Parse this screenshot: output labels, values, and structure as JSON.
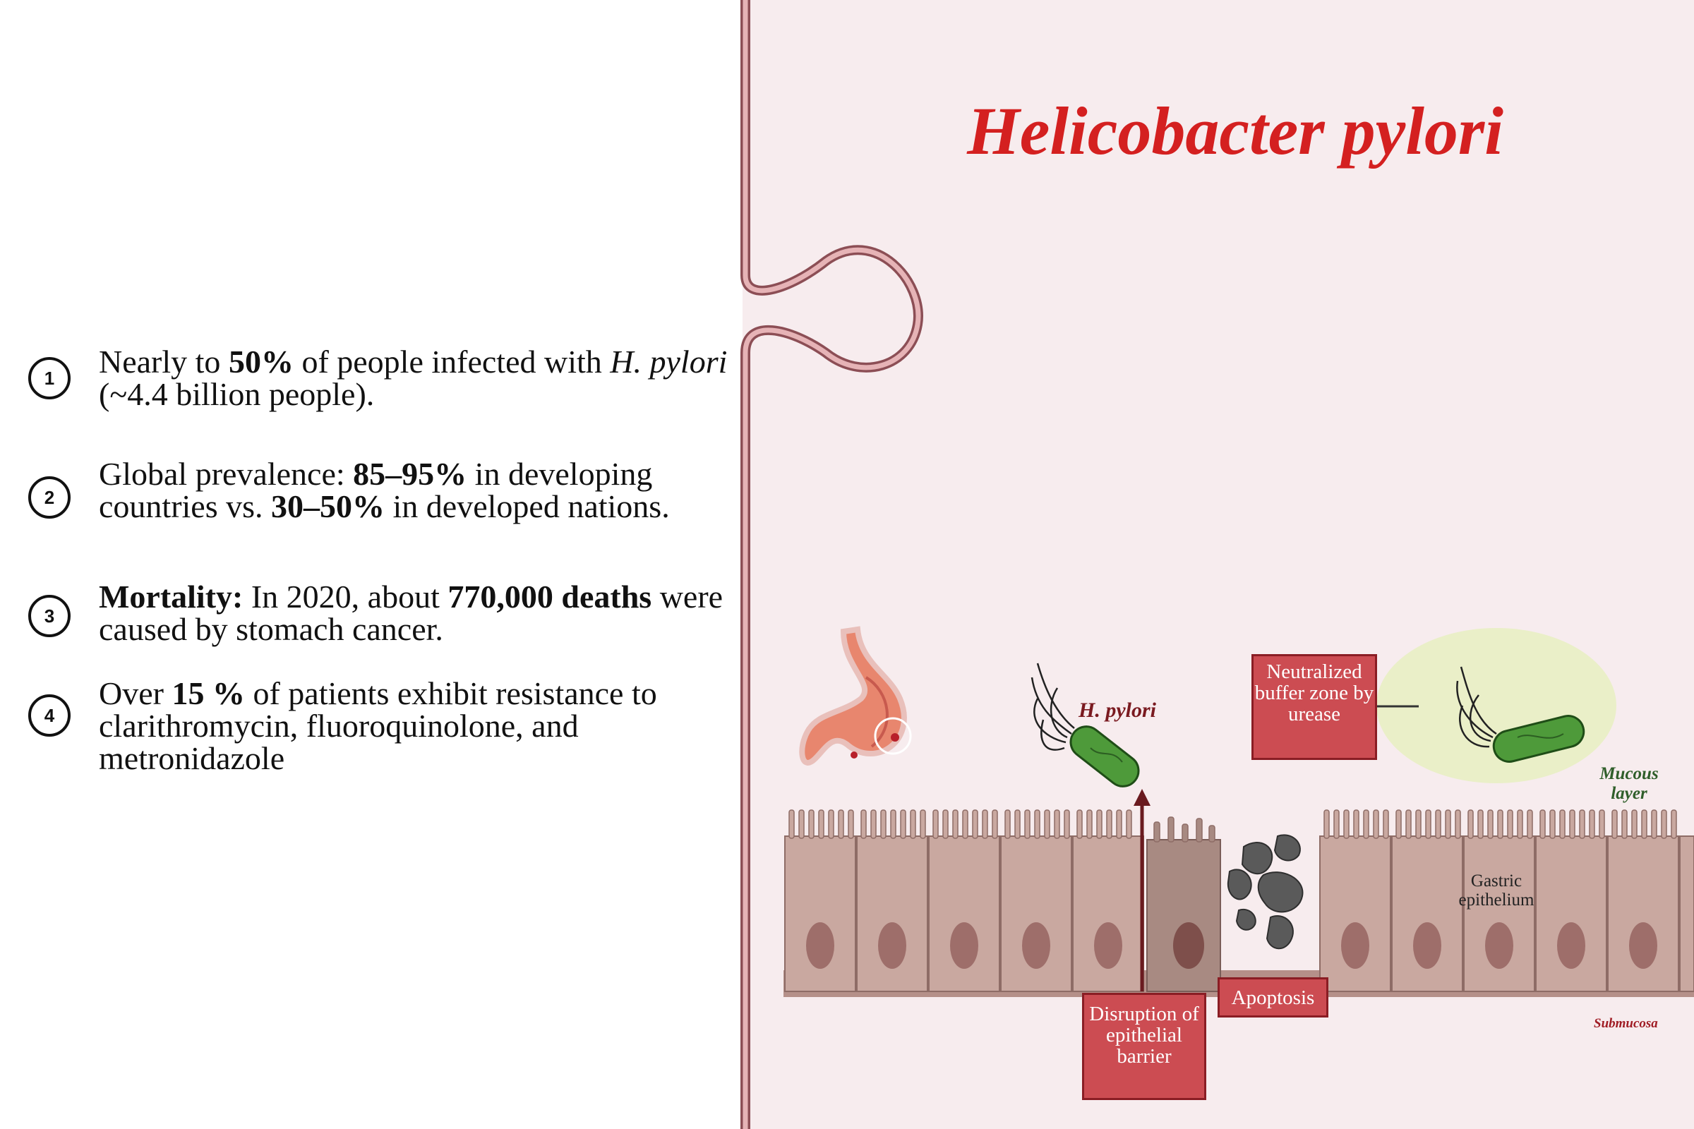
{
  "title": "Helicobacter pylori",
  "facts": [
    {
      "number": "1",
      "parts": [
        {
          "text": "Nearly to ",
          "style": "normal"
        },
        {
          "text": "50%",
          "style": "bold"
        },
        {
          "text": " of people infected with ",
          "style": "normal"
        },
        {
          "text": "H. pylori",
          "style": "italic"
        },
        {
          "text": "  (~4.4 billion people).",
          "style": "normal"
        }
      ]
    },
    {
      "number": "2",
      "parts": [
        {
          "text": "Global prevalence: ",
          "style": "normal"
        },
        {
          "text": "85–95%",
          "style": "bold"
        },
        {
          "text": " in developing countries vs. ",
          "style": "normal"
        },
        {
          "text": "30–50%",
          "style": "bold"
        },
        {
          "text": " in developed nations.",
          "style": "normal"
        }
      ]
    },
    {
      "number": "3",
      "parts": [
        {
          "text": "Mortality:",
          "style": "bold"
        },
        {
          "text": " In 2020, about ",
          "style": "normal"
        },
        {
          "text": "770,000 deaths",
          "style": "bold"
        },
        {
          "text": " were caused by stomach cancer.",
          "style": "normal"
        }
      ]
    },
    {
      "number": "4",
      "parts": [
        {
          "text": "Over ",
          "style": "normal"
        },
        {
          "text": "15 %",
          "style": "bold"
        },
        {
          "text": " of patients exhibit resistance to clarithromycin, fluoroquinolone, and metronidazole",
          "style": "normal"
        }
      ]
    }
  ],
  "labels": {
    "hpylori": "H. pylori",
    "mucous_layer": "Mucous layer",
    "gastric_epithelium": "Gastric epithelium",
    "submucosa": "Submucosa"
  },
  "callouts": {
    "neutralized": "Neutralized buffer zone by urease",
    "disruption": "Disruption of epithelial barrier",
    "apoptosis": "Apoptosis"
  },
  "colors": {
    "title": "#d42020",
    "callout_fill": "#cc4c52",
    "callout_border": "#8a1d24",
    "bacterium": "#4e9a3a",
    "cell": "#c9a8a0",
    "nucleus": "#9e6e6a",
    "dark_cell": "#a88a82",
    "mucus_halo": "#eaefc8"
  }
}
